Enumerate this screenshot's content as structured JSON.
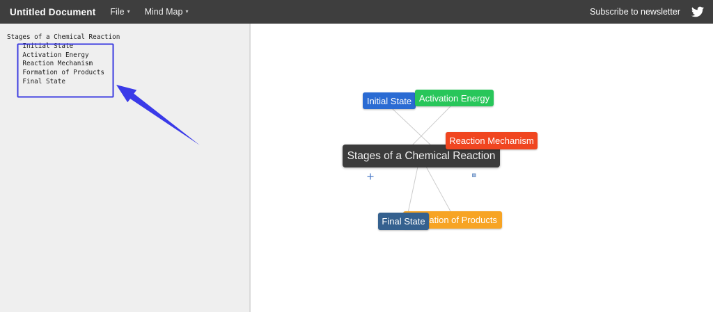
{
  "header": {
    "title": "Untitled Document",
    "menus": [
      {
        "label": "File"
      },
      {
        "label": "Mind Map"
      }
    ],
    "caret_glyph": "▾",
    "subscribe_label": "Subscribe to newsletter",
    "icons": {
      "twitter": "twitter-bird"
    },
    "colors": {
      "bar_bg": "#3e3e3e"
    }
  },
  "editor": {
    "lines": [
      "Stages of a Chemical Reaction",
      "    Initial State",
      "    Activation Energy",
      "    Reaction Mechanism",
      "    Formation of Products",
      "    Final State"
    ],
    "annotation": {
      "selection_color": "#3d3de0",
      "arrow_color": "#3a3ae8"
    }
  },
  "mindmap": {
    "root": {
      "label": "Stages of a Chemical Reaction",
      "bg": "#3b3b3b"
    },
    "nodes": [
      {
        "label": "Initial State",
        "bg": "#2a6bd3"
      },
      {
        "label": "Activation Energy",
        "bg": "#28c65a"
      },
      {
        "label": "Reaction Mechanism",
        "bg": "#f04620"
      },
      {
        "label": "Formation of Products",
        "bg": "#f7a424"
      },
      {
        "label": "Final State",
        "bg": "#35618f"
      }
    ],
    "connector_color": "#cccccc",
    "handles": {
      "plus": "plus-handle",
      "square": "square-handle"
    }
  }
}
